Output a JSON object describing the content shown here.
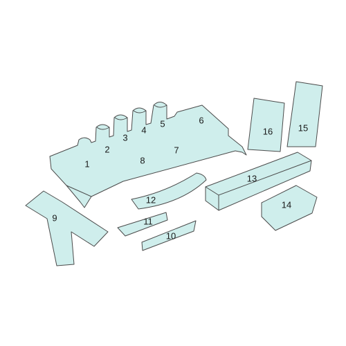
{
  "diagram": {
    "colors": {
      "part_fill": "#cfeeec",
      "outline": "#4a4a4a",
      "label": "#1a1a1a",
      "background": "#ffffff"
    },
    "parts": [
      {
        "id": "p1",
        "label": "1"
      },
      {
        "id": "p2",
        "label": "2"
      },
      {
        "id": "p3",
        "label": "3"
      },
      {
        "id": "p4",
        "label": "4"
      },
      {
        "id": "p5",
        "label": "5"
      },
      {
        "id": "p6",
        "label": "6"
      },
      {
        "id": "p7",
        "label": "7"
      },
      {
        "id": "p8",
        "label": "8"
      },
      {
        "id": "p9",
        "label": "9"
      },
      {
        "id": "p10",
        "label": "10"
      },
      {
        "id": "p11",
        "label": "11"
      },
      {
        "id": "p12",
        "label": "12"
      },
      {
        "id": "p13",
        "label": "13"
      },
      {
        "id": "p14",
        "label": "14"
      },
      {
        "id": "p15",
        "label": "15"
      },
      {
        "id": "p16",
        "label": "16"
      }
    ]
  }
}
